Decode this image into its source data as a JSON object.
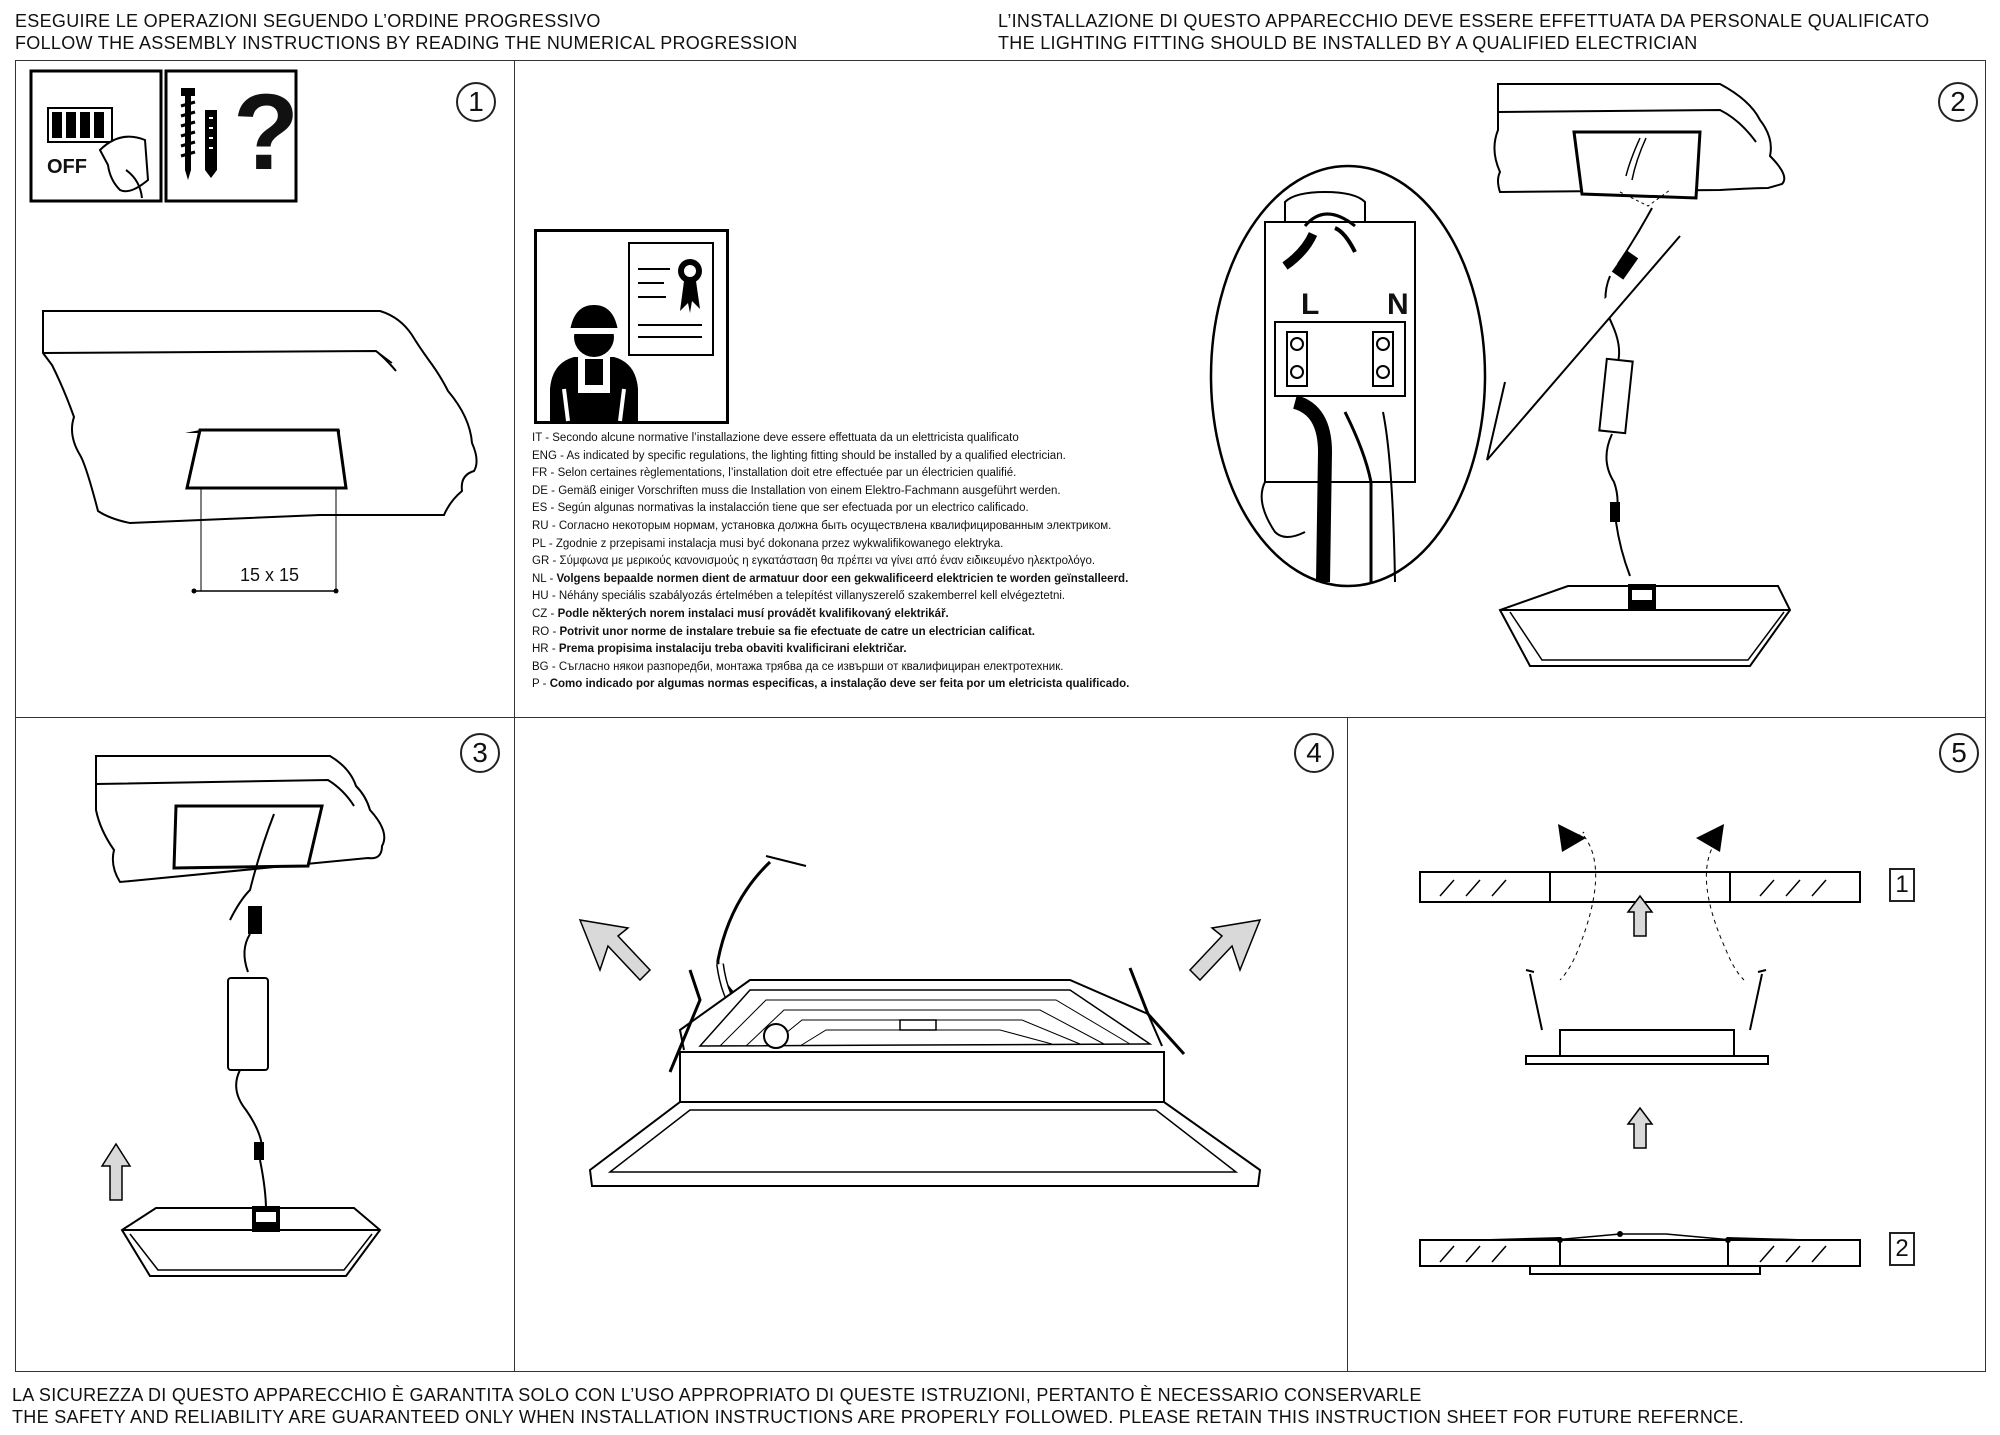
{
  "header": {
    "left_line1": "ESEGUIRE LE OPERAZIONI SEGUENDO L’ORDINE PROGRESSIVO",
    "left_line2": "FOLLOW THE ASSEMBLY INSTRUCTIONS BY READING THE NUMERICAL PROGRESSION",
    "right_line1": "L’INSTALLAZIONE DI QUESTO APPARECCHIO DEVE ESSERE EFFETTUATA DA PERSONALE QUALIFICATO",
    "right_line2": "THE LIGHTING FITTING SHOULD BE INSTALLED BY A QUALIFIED ELECTRICIAN"
  },
  "footer": {
    "line1": "LA SICUREZZA DI QUESTO APPARECCHIO È GARANTITA SOLO CON L’USO APPROPRIATO DI QUESTE ISTRUZIONI, PERTANTO È NECESSARIO CONSERVARLE",
    "line2": "THE SAFETY AND RELIABILITY ARE GUARANTEED ONLY WHEN INSTALLATION INSTRUCTIONS ARE PROPERLY FOLLOWED. PLEASE RETAIN THIS INSTRUCTION SHEET FOR FUTURE REFERNCE."
  },
  "steps": {
    "s1": "1",
    "s2": "2",
    "s3": "3",
    "s4": "4",
    "s5": "5"
  },
  "step1": {
    "off_label": "OFF",
    "question_mark": "?",
    "dimension": "15 x 15"
  },
  "step2": {
    "label_l": "L",
    "label_n": "N"
  },
  "step5": {
    "box1": "1",
    "box2": "2"
  },
  "legal": [
    {
      "code": "IT",
      "text": "Secondo alcune normative l’installazione deve essere effettuata da un elettricista qualificato",
      "bold": false
    },
    {
      "code": "ENG",
      "text": "As indicated by specific regulations, the lighting fitting should be installed by a qualified electrician.",
      "bold": false
    },
    {
      "code": "FR",
      "text": "Selon certaines règlementations, l’installation doit etre effectuée par un électricien qualifié.",
      "bold": false
    },
    {
      "code": "DE",
      "text": "Gemäß einiger Vorschriften muss die Installation von einem Elektro-Fachmann ausgeführt werden.",
      "bold": false
    },
    {
      "code": "ES",
      "text": "Según algunas normativas la instalacción tiene que ser efectuada por un electrico calificado.",
      "bold": false
    },
    {
      "code": "RU",
      "text": "Согласно некоторым нормам, установка должна быть осуществлена квалифицированным электриком.",
      "bold": false
    },
    {
      "code": "PL",
      "text": "Zgodnie z przepisami instalacja musi być dokonana przez wykwalifikowanego elektryka.",
      "bold": false
    },
    {
      "code": "GR",
      "text": "Σύμφωνα με μερικούς κανονισμούς η εγκατάσταση θα πρέπει να γίνει από έναν ειδικευμένο ηλεκτρολόγο.",
      "bold": false
    },
    {
      "code": "NL",
      "text": "Volgens bepaalde normen dient de armatuur door een gekwalificeerd elektricien te worden geïnstalleerd.",
      "bold": true
    },
    {
      "code": "HU",
      "text": "Néhány speciális szabályozás értelmében a telepítést villanyszerelő szakemberrel kell elvégeztetni.",
      "bold": false
    },
    {
      "code": "CZ",
      "text": "Podle některých norem instalaci musí provádět kvalifikovaný elektrikář.",
      "bold": true
    },
    {
      "code": "RO",
      "text": "Potrivit unor norme de instalare trebuie sa fie efectuate de catre un electrician calificat.",
      "bold": true
    },
    {
      "code": "HR",
      "text": "Prema propisima instalaciju treba obaviti kvalificirani električar.",
      "bold": true
    },
    {
      "code": "BG",
      "text": "Съгласно някои разпоредби, монтажа трябва да се извърши от квалифициран електротехник.",
      "bold": false
    },
    {
      "code": "P",
      "text": "Como indicado por algumas normas especificas, a instalação deve ser feita por um eletricista qualificado.",
      "bold": true
    }
  ],
  "icons": {
    "breaker": "circuit-breaker-off-icon",
    "screw": "screw-icon",
    "anchor": "wall-anchor-icon",
    "question": "question-icon",
    "electrician": "qualified-electrician-icon",
    "certificate": "certificate-icon"
  }
}
